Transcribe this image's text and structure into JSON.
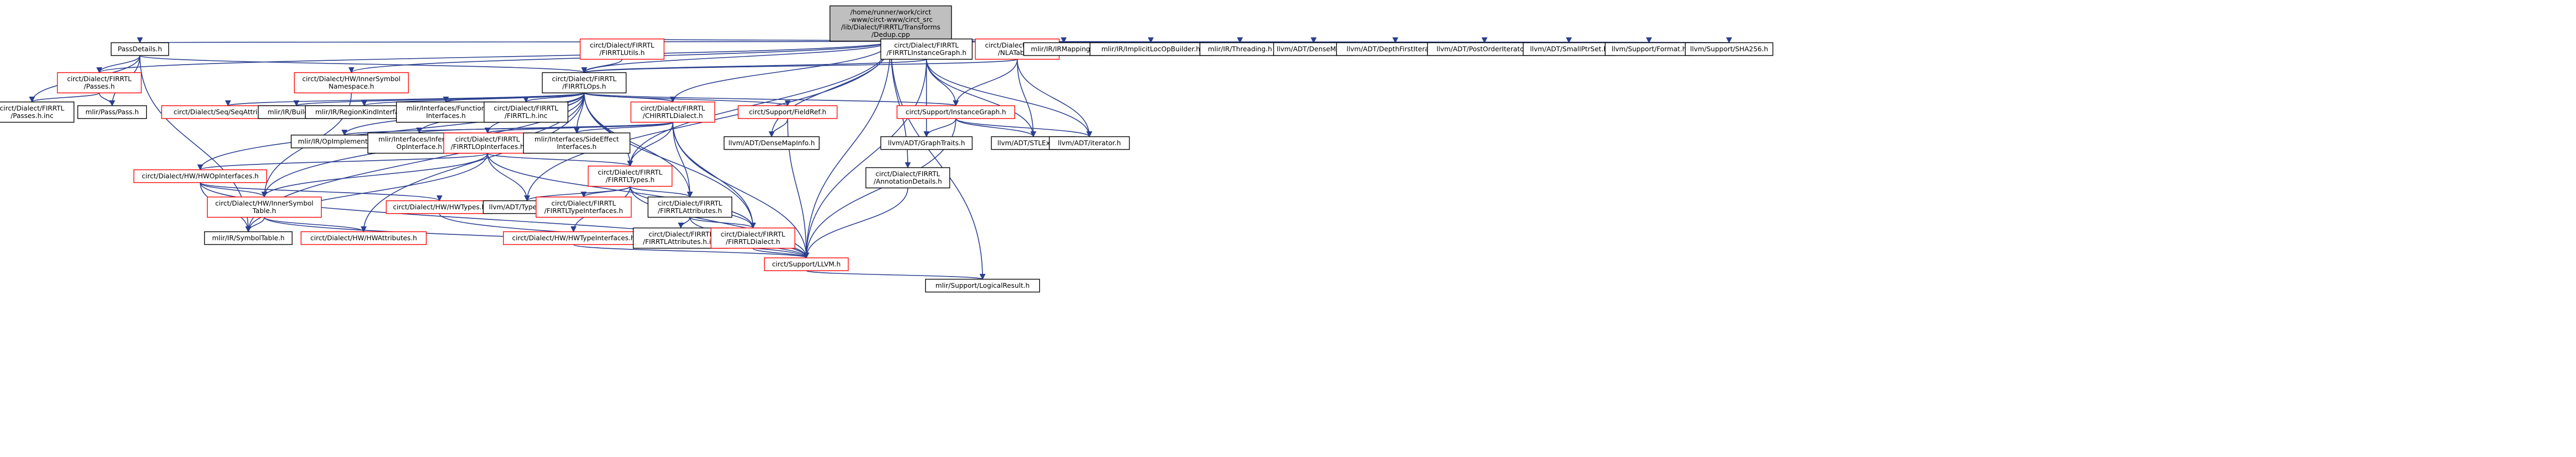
{
  "title": "",
  "colors": {
    "edge": "#2a3f8f",
    "root_fill": "#bfbfbf",
    "root_border": "#000000",
    "doc_border": "#ff0000",
    "plain_border": "#000000",
    "node_fill": "#ffffff"
  },
  "nodes": [
    {
      "id": "root",
      "kind": "root",
      "lines": [
        "/home/runner/work/circt",
        "-www/circt-www/circt_src",
        "/lib/Dialect/FIRRTL/Transforms",
        "/Dedup.cpp"
      ]
    },
    {
      "id": "passdetails",
      "kind": "plain",
      "lines": [
        "PassDetails.h"
      ]
    },
    {
      "id": "firrtlutils",
      "kind": "doc",
      "lines": [
        "circt/Dialect/FIRRTL",
        "/FIRRTLUtils.h"
      ]
    },
    {
      "id": "firrtlinstancegraph",
      "kind": "plain",
      "lines": [
        "circt/Dialect/FIRRTL",
        "/FIRRTLInstanceGraph.h"
      ]
    },
    {
      "id": "nlatable",
      "kind": "doc",
      "lines": [
        "circt/Dialect/FIRRTL",
        "/NLATable.h"
      ]
    },
    {
      "id": "irmapping",
      "kind": "plain",
      "lines": [
        "mlir/IR/IRMapping.h"
      ]
    },
    {
      "id": "implicitlocopbuilder",
      "kind": "plain",
      "lines": [
        "mlir/IR/ImplicitLocOpBuilder.h"
      ]
    },
    {
      "id": "threading",
      "kind": "plain",
      "lines": [
        "mlir/IR/Threading.h"
      ]
    },
    {
      "id": "densemap",
      "kind": "plain",
      "lines": [
        "llvm/ADT/DenseMap.h"
      ]
    },
    {
      "id": "depthfirstiterator",
      "kind": "plain",
      "lines": [
        "llvm/ADT/DepthFirstIterator.h"
      ]
    },
    {
      "id": "postorderiterator",
      "kind": "plain",
      "lines": [
        "llvm/ADT/PostOrderIterator.h"
      ]
    },
    {
      "id": "smallptrset",
      "kind": "plain",
      "lines": [
        "llvm/ADT/SmallPtrSet.h"
      ]
    },
    {
      "id": "format",
      "kind": "plain",
      "lines": [
        "llvm/Support/Format.h"
      ]
    },
    {
      "id": "sha256",
      "kind": "plain",
      "lines": [
        "llvm/Support/SHA256.h"
      ]
    },
    {
      "id": "passes",
      "kind": "doc",
      "lines": [
        "circt/Dialect/FIRRTL",
        "/Passes.h"
      ]
    },
    {
      "id": "hwinnersymbolns",
      "kind": "doc",
      "lines": [
        "circt/Dialect/HW/InnerSymbol",
        "Namespace.h"
      ]
    },
    {
      "id": "firrtlops",
      "kind": "plain",
      "lines": [
        "circt/Dialect/FIRRTL",
        "/FIRRTLOps.h"
      ]
    },
    {
      "id": "passesinc",
      "kind": "plain",
      "lines": [
        "circt/Dialect/FIRRTL",
        "/Passes.h.inc"
      ]
    },
    {
      "id": "mlirpass",
      "kind": "plain",
      "lines": [
        "mlir/Pass/Pass.h"
      ]
    },
    {
      "id": "seqattributes",
      "kind": "doc",
      "lines": [
        "circt/Dialect/Seq/SeqAttributes.h"
      ]
    },
    {
      "id": "builders",
      "kind": "plain",
      "lines": [
        "mlir/IR/Builders.h"
      ]
    },
    {
      "id": "regionkind",
      "kind": "plain",
      "lines": [
        "mlir/IR/RegionKindInterface.h"
      ]
    },
    {
      "id": "functioninterfaces",
      "kind": "plain",
      "lines": [
        "mlir/Interfaces/Function",
        "Interfaces.h"
      ]
    },
    {
      "id": "firrtlhinc",
      "kind": "plain",
      "lines": [
        "circt/Dialect/FIRRTL",
        "/FIRRTL.h.inc"
      ]
    },
    {
      "id": "chirrtldialect",
      "kind": "doc",
      "lines": [
        "circt/Dialect/FIRRTL",
        "/CHIRRTLDialect.h"
      ]
    },
    {
      "id": "fieldref",
      "kind": "doc",
      "lines": [
        "circt/Support/FieldRef.h"
      ]
    },
    {
      "id": "instancegraph",
      "kind": "doc",
      "lines": [
        "circt/Support/InstanceGraph.h"
      ]
    },
    {
      "id": "opimplementation",
      "kind": "plain",
      "lines": [
        "mlir/IR/OpImplementation.h"
      ]
    },
    {
      "id": "infertypeopinterface",
      "kind": "plain",
      "lines": [
        "mlir/Interfaces/InferType",
        "OpInterface.h"
      ]
    },
    {
      "id": "firrtlopinterfaces",
      "kind": "doc",
      "lines": [
        "circt/Dialect/FIRRTL",
        "/FIRRTLOpInterfaces.h"
      ]
    },
    {
      "id": "sideeffect",
      "kind": "plain",
      "lines": [
        "mlir/Interfaces/SideEffect",
        "Interfaces.h"
      ]
    },
    {
      "id": "densemapinfo",
      "kind": "plain",
      "lines": [
        "llvm/ADT/DenseMapInfo.h"
      ]
    },
    {
      "id": "graphtraits",
      "kind": "plain",
      "lines": [
        "llvm/ADT/GraphTraits.h"
      ]
    },
    {
      "id": "stlextras",
      "kind": "plain",
      "lines": [
        "llvm/ADT/STLExtras.h"
      ]
    },
    {
      "id": "iterator",
      "kind": "plain",
      "lines": [
        "llvm/ADT/iterator.h"
      ]
    },
    {
      "id": "hwopinterfaces",
      "kind": "doc",
      "lines": [
        "circt/Dialect/HW/HWOpInterfaces.h"
      ]
    },
    {
      "id": "firrtltypes",
      "kind": "doc",
      "lines": [
        "circt/Dialect/FIRRTL",
        "/FIRRTLTypes.h"
      ]
    },
    {
      "id": "annotationdetails",
      "kind": "plain",
      "lines": [
        "circt/Dialect/FIRRTL",
        "/AnnotationDetails.h"
      ]
    },
    {
      "id": "hwinnersymboltable",
      "kind": "doc",
      "lines": [
        "circt/Dialect/HW/InnerSymbol",
        "Table.h"
      ]
    },
    {
      "id": "hwtypes",
      "kind": "doc",
      "lines": [
        "circt/Dialect/HW/HWTypes.h"
      ]
    },
    {
      "id": "typeswitch",
      "kind": "plain",
      "lines": [
        "llvm/ADT/TypeSwitch.h"
      ]
    },
    {
      "id": "firrtltypeinterfaces",
      "kind": "doc",
      "lines": [
        "circt/Dialect/FIRRTL",
        "/FIRRTLTypeInterfaces.h"
      ]
    },
    {
      "id": "firrtlattributes",
      "kind": "plain",
      "lines": [
        "circt/Dialect/FIRRTL",
        "/FIRRTLAttributes.h"
      ]
    },
    {
      "id": "symboltable",
      "kind": "plain",
      "lines": [
        "mlir/IR/SymbolTable.h"
      ]
    },
    {
      "id": "hwattributes",
      "kind": "doc",
      "lines": [
        "circt/Dialect/HW/HWAttributes.h"
      ]
    },
    {
      "id": "hwtypeinterfaces",
      "kind": "doc",
      "lines": [
        "circt/Dialect/HW/HWTypeInterfaces.h"
      ]
    },
    {
      "id": "firrtlattributesinc",
      "kind": "plain",
      "lines": [
        "circt/Dialect/FIRRTL",
        "/FIRRTLAttributes.h.inc"
      ]
    },
    {
      "id": "firrtldialect",
      "kind": "doc",
      "lines": [
        "circt/Dialect/FIRRTL",
        "/FIRRTLDialect.h"
      ]
    },
    {
      "id": "llvm",
      "kind": "doc",
      "lines": [
        "circt/Support/LLVM.h"
      ]
    },
    {
      "id": "logicalresult",
      "kind": "plain",
      "lines": [
        "mlir/Support/LogicalResult.h"
      ]
    }
  ],
  "edges": [
    [
      "root",
      "passdetails"
    ],
    [
      "root",
      "firrtlutils"
    ],
    [
      "root",
      "firrtlinstancegraph"
    ],
    [
      "root",
      "nlatable"
    ],
    [
      "root",
      "irmapping"
    ],
    [
      "root",
      "implicitlocopbuilder"
    ],
    [
      "root",
      "threading"
    ],
    [
      "root",
      "densemap"
    ],
    [
      "root",
      "depthfirstiterator"
    ],
    [
      "root",
      "postorderiterator"
    ],
    [
      "root",
      "smallptrset"
    ],
    [
      "root",
      "format"
    ],
    [
      "root",
      "sha256"
    ],
    [
      "root",
      "passes"
    ],
    [
      "root",
      "hwinnersymbolns"
    ],
    [
      "root",
      "firrtlops"
    ],
    [
      "root",
      "annotationdetails"
    ],
    [
      "root",
      "typeswitch"
    ],
    [
      "root",
      "llvm"
    ],
    [
      "root",
      "chirrtldialect"
    ],
    [
      "root",
      "firrtltypes"
    ],
    [
      "root",
      "densemapinfo"
    ],
    [
      "root",
      "logicalresult"
    ],
    [
      "passdetails",
      "passes"
    ],
    [
      "passdetails",
      "firrtlops"
    ],
    [
      "passdetails",
      "passesinc"
    ],
    [
      "passdetails",
      "mlirpass"
    ],
    [
      "passdetails",
      "symboltable"
    ],
    [
      "passes",
      "passesinc"
    ],
    [
      "passes",
      "mlirpass"
    ],
    [
      "firrtlutils",
      "firrtlops"
    ],
    [
      "hwinnersymbolns",
      "hwinnersymboltable"
    ],
    [
      "firrtlinstancegraph",
      "firrtlops"
    ],
    [
      "firrtlinstancegraph",
      "instancegraph"
    ],
    [
      "firrtlinstancegraph",
      "graphtraits"
    ],
    [
      "firrtlinstancegraph",
      "stlextras"
    ],
    [
      "firrtlinstancegraph",
      "iterator"
    ],
    [
      "firrtlinstancegraph",
      "llvm"
    ],
    [
      "nlatable",
      "firrtlops"
    ],
    [
      "nlatable",
      "instancegraph"
    ],
    [
      "nlatable",
      "stlextras"
    ],
    [
      "nlatable",
      "iterator"
    ],
    [
      "firrtlops",
      "seqattributes"
    ],
    [
      "firrtlops",
      "builders"
    ],
    [
      "firrtlops",
      "regionkind"
    ],
    [
      "firrtlops",
      "functioninterfaces"
    ],
    [
      "firrtlops",
      "firrtlhinc"
    ],
    [
      "firrtlops",
      "chirrtldialect"
    ],
    [
      "firrtlops",
      "fieldref"
    ],
    [
      "firrtlops",
      "instancegraph"
    ],
    [
      "firrtlops",
      "opimplementation"
    ],
    [
      "firrtlops",
      "infertypeopinterface"
    ],
    [
      "firrtlops",
      "firrtlopinterfaces"
    ],
    [
      "firrtlops",
      "sideeffect"
    ],
    [
      "firrtlops",
      "hwopinterfaces"
    ],
    [
      "firrtlops",
      "firrtltypes"
    ],
    [
      "firrtlops",
      "hwinnersymboltable"
    ],
    [
      "firrtlops",
      "hwattributes"
    ],
    [
      "firrtlops",
      "symboltable"
    ],
    [
      "firrtlops",
      "firrtldialect"
    ],
    [
      "firrtlops",
      "firrtlattributes"
    ],
    [
      "chirrtldialect",
      "opimplementation"
    ],
    [
      "chirrtldialect",
      "infertypeopinterface"
    ],
    [
      "chirrtldialect",
      "sideeffect"
    ],
    [
      "chirrtldialect",
      "firrtlopinterfaces"
    ],
    [
      "chirrtldialect",
      "firrtltypes"
    ],
    [
      "chirrtldialect",
      "firrtlattributes"
    ],
    [
      "chirrtldialect",
      "firrtldialect"
    ],
    [
      "chirrtldialect",
      "llvm"
    ],
    [
      "fieldref",
      "densemapinfo"
    ],
    [
      "fieldref",
      "llvm"
    ],
    [
      "instancegraph",
      "graphtraits"
    ],
    [
      "instancegraph",
      "stlextras"
    ],
    [
      "instancegraph",
      "iterator"
    ],
    [
      "instancegraph",
      "llvm"
    ],
    [
      "firrtlopinterfaces",
      "firrtltypes"
    ],
    [
      "firrtlopinterfaces",
      "hwopinterfaces"
    ],
    [
      "firrtlopinterfaces",
      "hwinnersymboltable"
    ],
    [
      "firrtlopinterfaces",
      "typeswitch"
    ],
    [
      "firrtlopinterfaces",
      "symboltable"
    ],
    [
      "firrtlopinterfaces",
      "firrtldialect"
    ],
    [
      "hwopinterfaces",
      "hwinnersymboltable"
    ],
    [
      "hwopinterfaces",
      "hwtypes"
    ],
    [
      "hwopinterfaces",
      "symboltable"
    ],
    [
      "hwopinterfaces",
      "llvm"
    ],
    [
      "firrtltypes",
      "typeswitch"
    ],
    [
      "firrtltypes",
      "firrtltypeinterfaces"
    ],
    [
      "firrtltypes",
      "firrtlattributes"
    ],
    [
      "firrtltypes",
      "hwtypeinterfaces"
    ],
    [
      "firrtltypes",
      "firrtldialect"
    ],
    [
      "firrtltypes",
      "llvm"
    ],
    [
      "hwinnersymboltable",
      "symboltable"
    ],
    [
      "hwinnersymboltable",
      "hwattributes"
    ],
    [
      "hwinnersymboltable",
      "llvm"
    ],
    [
      "hwtypes",
      "llvm"
    ],
    [
      "hwtypeinterfaces",
      "llvm"
    ],
    [
      "firrtlattributes",
      "firrtlattributesinc"
    ],
    [
      "firrtlattributes",
      "firrtldialect"
    ],
    [
      "firrtlattributes",
      "llvm"
    ],
    [
      "firrtldialect",
      "llvm"
    ],
    [
      "annotationdetails",
      "llvm"
    ],
    [
      "llvm",
      "logicalresult"
    ]
  ]
}
